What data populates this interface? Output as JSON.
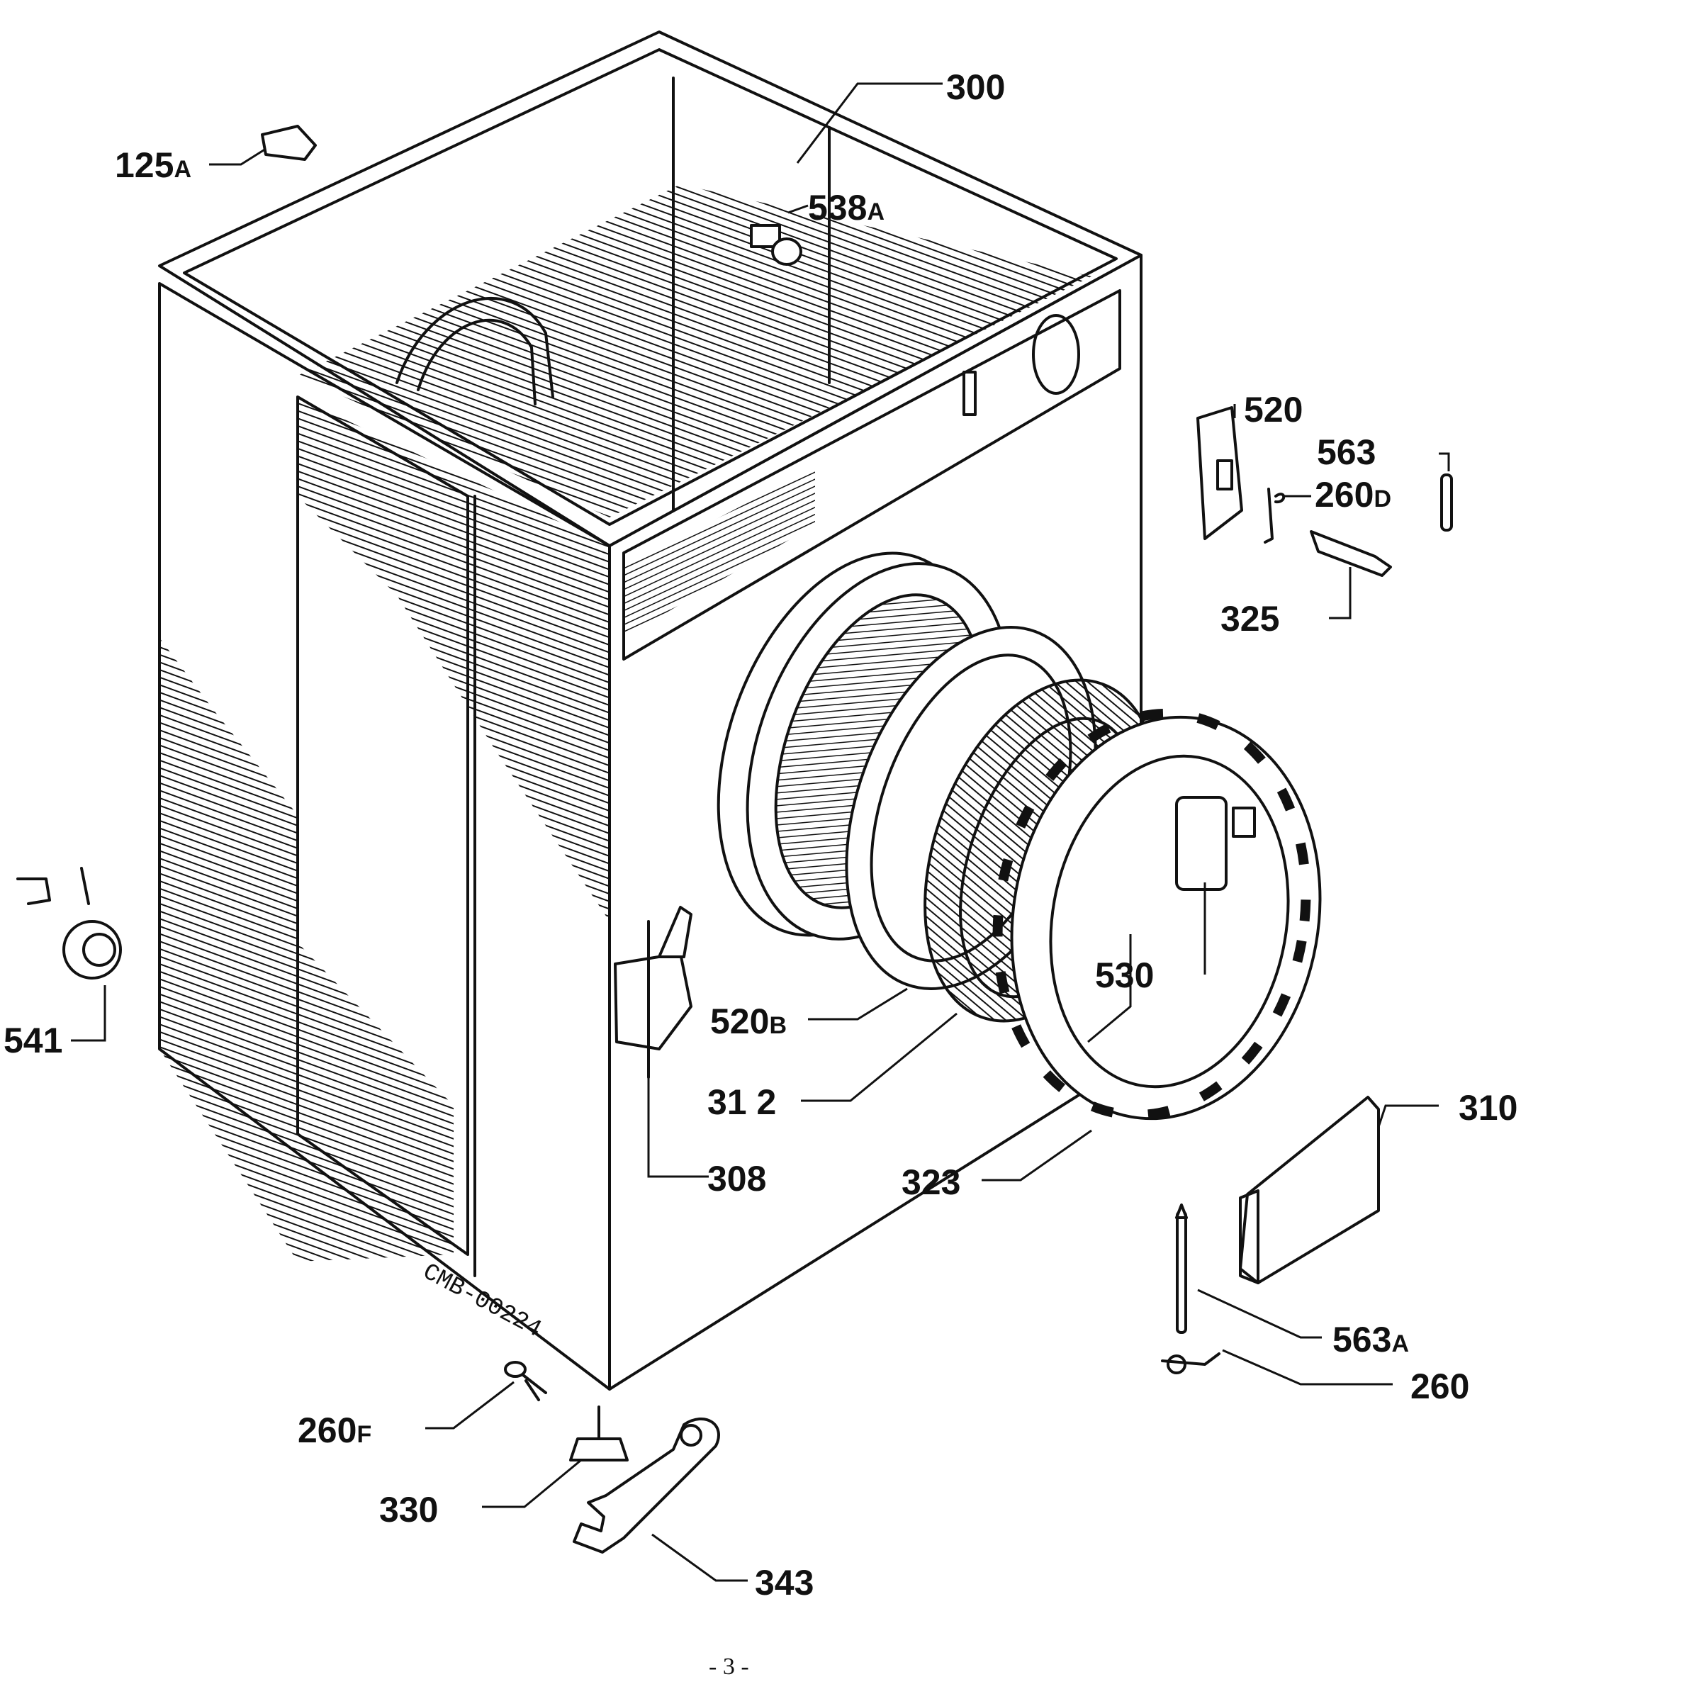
{
  "parts": [
    {
      "id": "300",
      "number": "300",
      "suffix": ""
    },
    {
      "id": "125a",
      "number": "125",
      "suffix": "A"
    },
    {
      "id": "538a",
      "number": "538",
      "suffix": "A"
    },
    {
      "id": "520",
      "number": "520",
      "suffix": ""
    },
    {
      "id": "563",
      "number": "563",
      "suffix": ""
    },
    {
      "id": "260d",
      "number": "260",
      "suffix": "D"
    },
    {
      "id": "325",
      "number": "325",
      "suffix": ""
    },
    {
      "id": "541",
      "number": "541",
      "suffix": ""
    },
    {
      "id": "530",
      "number": "530",
      "suffix": ""
    },
    {
      "id": "520b",
      "number": "520",
      "suffix": "B"
    },
    {
      "id": "312",
      "number": "31 2",
      "suffix": ""
    },
    {
      "id": "310",
      "number": "310",
      "suffix": ""
    },
    {
      "id": "308",
      "number": "308",
      "suffix": ""
    },
    {
      "id": "323",
      "number": "323",
      "suffix": ""
    },
    {
      "id": "563a",
      "number": "563",
      "suffix": "A"
    },
    {
      "id": "260",
      "number": "260",
      "suffix": ""
    },
    {
      "id": "260f",
      "number": "260",
      "suffix": "F"
    },
    {
      "id": "330",
      "number": "330",
      "suffix": ""
    },
    {
      "id": "343",
      "number": "343",
      "suffix": ""
    }
  ],
  "drawing_code": "CMB-00224",
  "page_number": "- 3 -"
}
